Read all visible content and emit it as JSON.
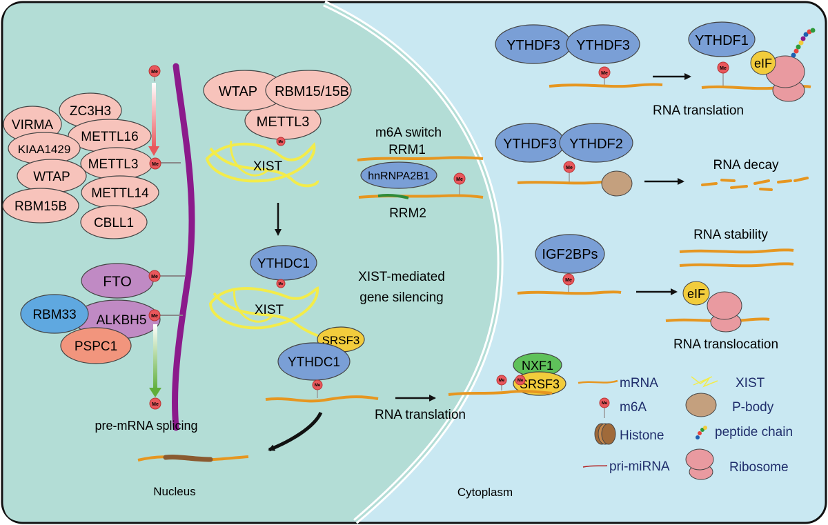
{
  "nucleus": {
    "label": "Nucleus",
    "writers": [
      "WTAP",
      "RBM15/15B",
      "METTL3"
    ],
    "complex": [
      "ZC3H3",
      "VIRMA",
      "METTL16",
      "KIAA1429",
      "METTL3",
      "WTAP",
      "METTL14",
      "RBM15B",
      "CBLL1"
    ],
    "erasers": [
      "FTO",
      "RBM33",
      "ALKBH5",
      "PSPC1"
    ],
    "splicing": "pre-mRNA splicing",
    "xist": "XIST",
    "ythdc1": "YTHDC1",
    "srsf3": "SRSF3",
    "xist_silencing": [
      "XIST-mediated",
      "gene silencing"
    ],
    "m6a_switch": "m6A switch",
    "rrm1": "RRM1",
    "rrm2": "RRM2",
    "hnrnpa2b1": "hnRNPA2B1",
    "translation": "RNA translation",
    "me": "Me"
  },
  "cytoplasm": {
    "label": "Cytoplasm",
    "ythdf3": "YTHDF3",
    "ythdf1": "YTHDF1",
    "ythdf2": "YTHDF2",
    "eif": "eIF",
    "translation": "RNA translation",
    "decay": "RNA decay",
    "igf2bps": "IGF2BPs",
    "stability": "RNA stability",
    "translocation": "RNA translocation",
    "nxf1": "NXF1",
    "srsf3": "SRSF3"
  },
  "legend": {
    "mrna": "mRNA",
    "xist": "XIST",
    "m6a": "m6A",
    "pbody": "P-body",
    "histone": "Histone",
    "peptide": "peptide chain",
    "primirna": "pri-miRNA",
    "ribosome": "Ribosome"
  },
  "colors": {
    "nucleus_bg": "#b3ddd6",
    "cytoplasm_bg": "#c9e8f2",
    "writer_pink": "#f7c3bb",
    "reader_blue": "#7a9fd6",
    "fto_purple": "#c08ac4",
    "rbm33_blue": "#5fa8e0",
    "pspc1_salmon": "#f2957d",
    "xist_yellow": "#f3ec4a",
    "mrna_orange": "#e69620",
    "chromatin_purple": "#8b1a8b",
    "me_red": "#e8575c",
    "eif_yellow": "#f2cc3c",
    "nxf1_green": "#5fc15a",
    "ribosome_pink": "#e99aa0",
    "pbody_brown": "#c4a07e"
  }
}
